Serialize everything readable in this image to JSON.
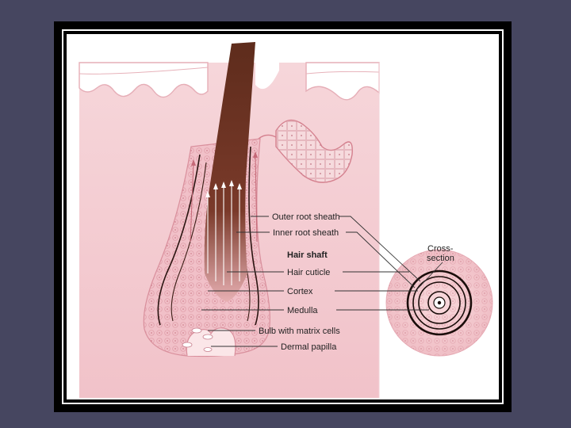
{
  "labels": {
    "outer_root_sheath": "Outer root sheath",
    "inner_root_sheath": "Inner root sheath",
    "hair_shaft": "Hair shaft",
    "hair_cuticle": "Hair cuticle",
    "cortex": "Cortex",
    "medulla": "Medulla",
    "bulb": "Bulb with matrix cells",
    "dermal_papilla": "Dermal papilla",
    "cross_section_line1": "Cross-",
    "cross_section_line2": "section"
  },
  "colors": {
    "background": "#464660",
    "frame": "#000000",
    "skin": "#f3c9cf",
    "skin_dark": "#e9a9b3",
    "hair": "#6b3320",
    "hair_light": "#a5645a"
  }
}
